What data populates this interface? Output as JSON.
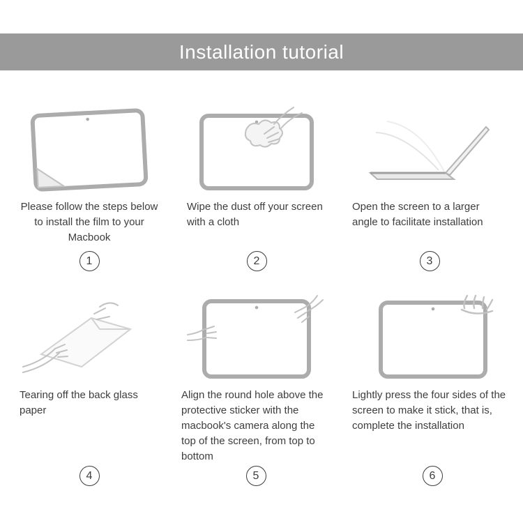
{
  "header": {
    "title": "Installation tutorial"
  },
  "colors": {
    "header_bg": "#9a9a9a",
    "frame_gray": "#acacac",
    "line_art_gray": "#c2c2c2",
    "text_gray": "#3d3d3d"
  },
  "steps": [
    {
      "number": "1",
      "caption": "Please follow the steps below to install the film to your Macbook"
    },
    {
      "number": "2",
      "caption": "Wipe the dust off your screen with a cloth"
    },
    {
      "number": "3",
      "caption": "Open the screen to a larger angle to facilitate installation"
    },
    {
      "number": "4",
      "caption": "Tearing off the back glass paper"
    },
    {
      "number": "5",
      "caption": "Align the round hole above the protective sticker with the macbook's camera along the top of the screen, from top to bottom"
    },
    {
      "number": "6",
      "caption": "Lightly press the four sides of the screen to make it stick, that is, complete the installation"
    }
  ]
}
